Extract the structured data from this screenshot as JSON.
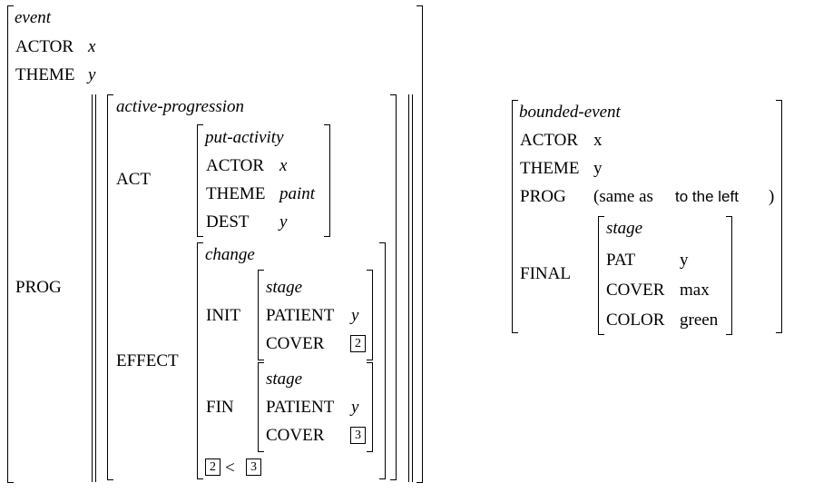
{
  "left": {
    "type": "event",
    "actor_label": "ACTOR",
    "actor_value": "x",
    "theme_label": "THEME",
    "theme_value": "y",
    "prog_label": "PROG",
    "prog": {
      "type": "active-progression",
      "act_label": "ACT",
      "act": {
        "type": "put-activity",
        "actor_label": "ACTOR",
        "actor_value": "x",
        "theme_label": "THEME",
        "theme_value": "paint",
        "dest_label": "DEST",
        "dest_value": "y"
      },
      "effect_label": "EFFECT",
      "effect": {
        "type": "change",
        "init_label": "INIT",
        "init": {
          "type": "stage",
          "patient_label": "PATIENT",
          "patient_value": "y",
          "cover_label": "COVER",
          "cover_tag": "2"
        },
        "fin_label": "FIN",
        "fin": {
          "type": "stage",
          "patient_label": "PATIENT",
          "patient_value": "y",
          "cover_label": "COVER",
          "cover_tag": "3"
        },
        "constraint": {
          "left_tag": "2",
          "op": "<",
          "right_tag": "3"
        }
      }
    }
  },
  "right": {
    "type": "bounded-event",
    "actor_label": "ACTOR",
    "actor_value": "x",
    "theme_label": "THEME",
    "theme_value": "y",
    "prog_label": "PROG",
    "prog_open": "(same as",
    "prog_note": "to the left",
    "prog_close": ")",
    "final_label": "FINAL",
    "final": {
      "type": "stage",
      "pat_label": "PAT",
      "pat_value": "y",
      "cover_label": "COVER",
      "cover_value": "max",
      "color_label": "COLOR",
      "color_value": "green"
    }
  }
}
